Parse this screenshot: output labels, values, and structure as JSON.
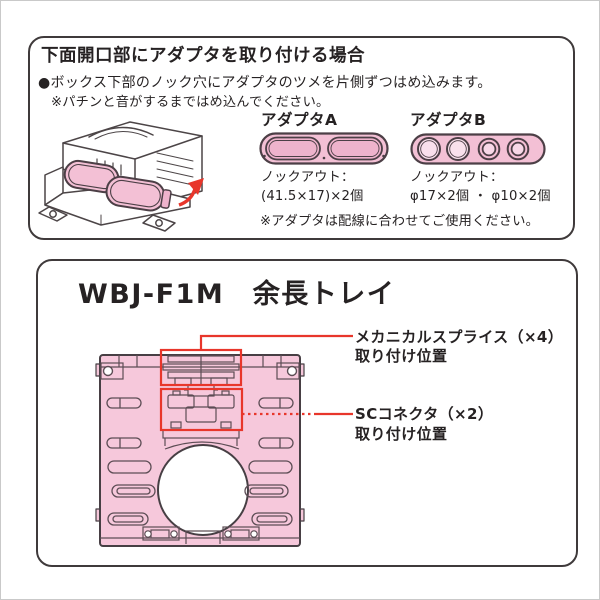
{
  "colors": {
    "panel_border": "#3f3a3b",
    "pink_fill": "#f3c0d5",
    "pink_light": "#f9e0ec",
    "pink_dark": "#eeb3cc",
    "line_dark": "#4c3f46",
    "annotation_red": "#e8362b",
    "text": "#262223"
  },
  "top_panel": {
    "title": "下面開口部にアダプタを取り付ける場合",
    "bullet": "●ボックス下部のノック穴にアダプタのツメを片側ずつはめ込みます。",
    "note": "※パチンと音がするまではめ込んでください。",
    "adapter_a": {
      "label": "アダプタA",
      "spec_label": "ノックアウト：",
      "spec_value": "(41.5×17)×2個"
    },
    "adapter_b": {
      "label": "アダプタB",
      "spec_label": "ノックアウト：",
      "spec_value": "φ17×2個 ・ φ10×2個"
    },
    "footnote": "※アダプタは配線に合わせてご使用ください。"
  },
  "bottom_panel": {
    "title": "WBJ-F1M　余長トレイ",
    "callouts": [
      {
        "line1": "メカニカルスプライス（×4）",
        "line2": "取り付け位置"
      },
      {
        "line1": "SCコネクタ（×2）",
        "line2": "取り付け位置"
      }
    ]
  }
}
